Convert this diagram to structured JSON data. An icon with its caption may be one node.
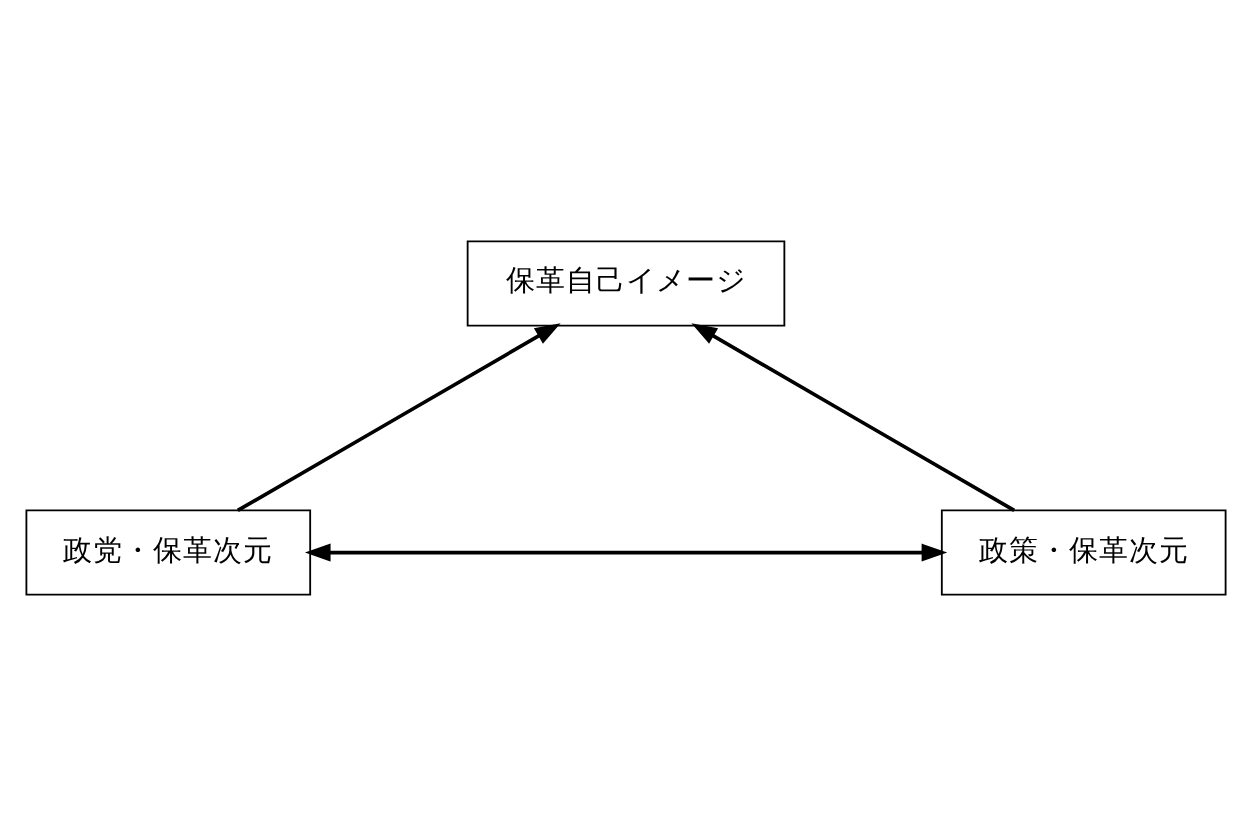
{
  "diagram": {
    "nodes": [
      {
        "text": [
          "保革自己イメージ"
        ]
      },
      {
        "text": [
          "政党・保革次元"
        ]
      },
      {
        "text": [
          "政策・保革次元"
        ]
      }
    ],
    "edges": [
      {
        "from": 1,
        "to": 0,
        "arrow": "to"
      },
      {
        "from": 2,
        "to": 0,
        "arrow": "to"
      },
      {
        "from": 1,
        "to": 2,
        "arrow": "both"
      }
    ]
  }
}
